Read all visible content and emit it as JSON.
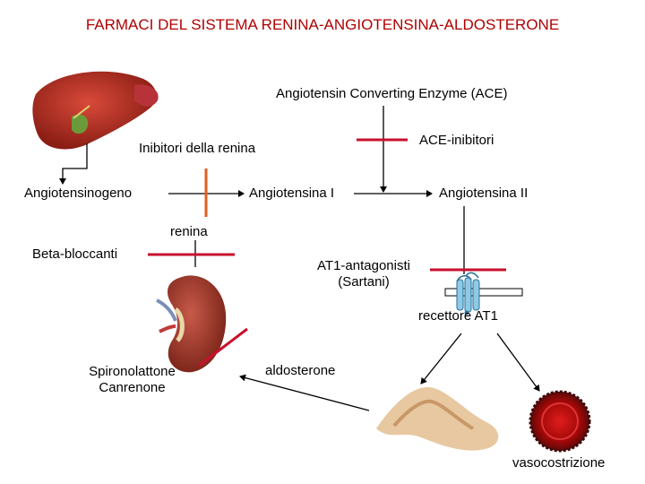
{
  "title": "FARMACI DEL SISTEMA RENINA-ANGIOTENSINA-ALDOSTERONE",
  "labels": {
    "ace": "Angiotensin Converting Enzyme (ACE)",
    "inibitori_renina": "Inibitori della renina",
    "ace_inibitori": "ACE-inibitori",
    "angiotensinogeno": "Angiotensinogeno",
    "angiotensina_1": "Angiotensina I",
    "angiotensina_2": "Angiotensina II",
    "renina": "renina",
    "beta_bloccanti": "Beta-bloccanti",
    "at1_line1": "AT1-antagonisti",
    "at1_line2": "(Sartani)",
    "recettore": "recettore AT1",
    "spiro_line1": "Spironolattone",
    "spiro_line2": "Canrenone",
    "aldosterone": "aldosterone",
    "vasocostrizione": "vasocostrizione"
  },
  "icons": [
    "liver-icon",
    "kidney-icon",
    "adrenal-gland-icon",
    "blood-vessel-icon",
    "receptor-icon"
  ],
  "colors": {
    "title": "#b00000",
    "inhibitor_bar": "#c8102e",
    "renin_bar": "#e06020",
    "arrow": "#000000"
  }
}
